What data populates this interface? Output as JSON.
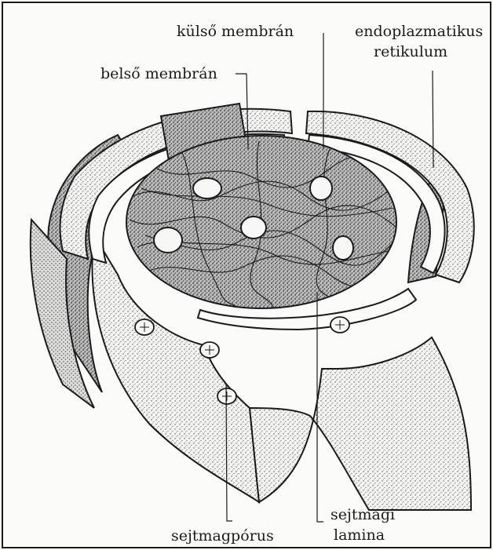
{
  "labels": {
    "outer_membrane": "külső membrán",
    "inner_membrane": "belső membrán",
    "er_line1": "endoplazmatikus",
    "er_line2": "retikulum",
    "nuclear_pore": "sejtmagpórus",
    "lamina_line1": "sejtmagi",
    "lamina_line2": "lamina"
  },
  "colors": {
    "ink": "#1b1b1b",
    "paper": "#fbfbfa",
    "shade": "#6a6a6a",
    "dark_shade": "#3a3a3a"
  }
}
